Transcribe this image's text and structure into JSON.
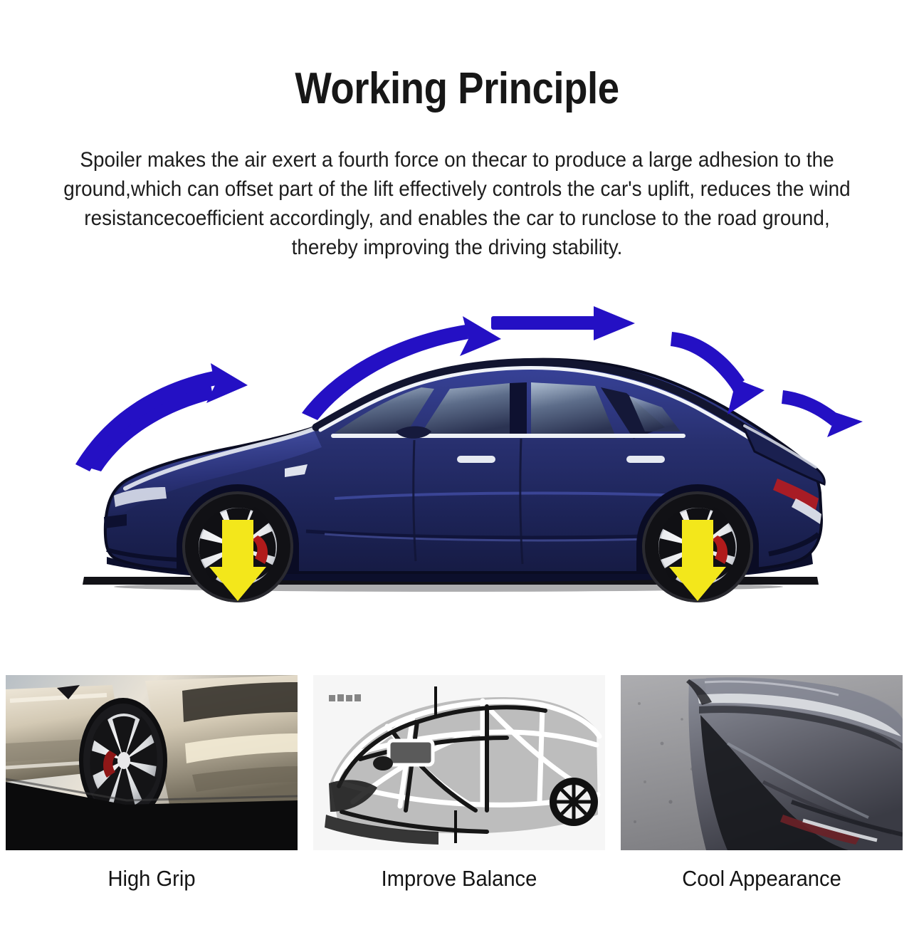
{
  "header": {
    "title": "Working Principle",
    "description": "Spoiler makes the air exert a fourth force on thecar to produce a large adhesion to the ground,which can offset part of the lift effectively controls the car's uplift, reduces the wind resistancecoefficient accordingly, and enables the car to runclose to the road ground, thereby improving the driving stability."
  },
  "hero": {
    "alt_label": "Blue sedan side view with airflow arrows over body and downforce arrows at wheels",
    "vehicle": {
      "body_color": "#22296e",
      "body_highlight": "#3a46a0",
      "body_shadow": "#141a4d",
      "glass_color": "#6f7f99",
      "trim_color": "#e9ecf2",
      "tire_color": "#16161a",
      "wheel_color": "#f2f3f5",
      "caliper_color": "#b11b1b",
      "taillight_color": "#a81c25",
      "ground_color": "#101014",
      "orientation": "side-profile-facing-left"
    },
    "airflow": {
      "label": "airflow",
      "color": "#2410c4",
      "arrow_count": 5,
      "arrows": [
        {
          "id": "front-lower",
          "description": "sweeps up over front bumper and hood"
        },
        {
          "id": "front-upper",
          "description": "rises over windshield toward roof"
        },
        {
          "id": "roof",
          "description": "runs straight along the roofline"
        },
        {
          "id": "rear-descend",
          "description": "curves down behind the roof onto rear deck"
        },
        {
          "id": "spoiler",
          "description": "deflects upward off the trunk spoiler lip"
        }
      ]
    },
    "downforce": {
      "label": "downforce",
      "color": "#f3e71b",
      "arrow_count": 2,
      "arrows": [
        {
          "id": "front-wheel",
          "description": "downward force arrow at front wheel"
        },
        {
          "id": "rear-wheel",
          "description": "downward force arrow at rear wheel"
        }
      ]
    }
  },
  "features": [
    {
      "id": "high-grip",
      "caption": "High Grip",
      "photo_alt": "Close-up of silver car front wheel with multi-spoke alloy and red brake caliper",
      "palette": {
        "sky": "#b9bfc4",
        "body": "#cdc3ad",
        "body_light": "#ece4d4",
        "body_dark": "#7c7362",
        "wheel": "#ededed",
        "tire": "#111111",
        "caliper": "#8e1717",
        "road": "#0b0b0b"
      }
    },
    {
      "id": "improve-balance",
      "caption": "Improve Balance",
      "photo_alt": "Black and white X-ray diagram of car body frame and chassis structure",
      "palette": {
        "background": "#f4f4f4",
        "frame_light": "#ffffff",
        "frame_mid": "#8d8d8d",
        "frame_dark": "#1a1a1a"
      }
    },
    {
      "id": "cool-appearance",
      "caption": "Cool Appearance",
      "photo_alt": "Dark grey car rear trunk lid with spoiler lip photographed on asphalt",
      "palette": {
        "asphalt": "#9a9a9c",
        "body": "#55565f",
        "body_light": "#7d808b",
        "body_dark": "#2b2c33",
        "shadow": "#121216",
        "taillight": "#6b2127"
      }
    }
  ]
}
